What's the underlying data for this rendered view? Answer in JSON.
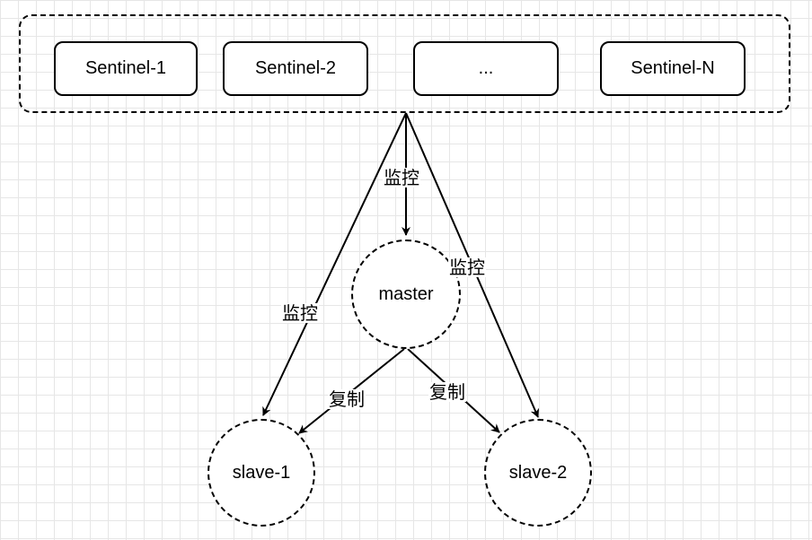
{
  "sentinels": {
    "items": [
      {
        "label": "Sentinel-1"
      },
      {
        "label": "Sentinel-2"
      },
      {
        "label": "..."
      },
      {
        "label": "Sentinel-N"
      }
    ]
  },
  "nodes": {
    "master": "master",
    "slave1": "slave-1",
    "slave2": "slave-2"
  },
  "edges": {
    "monitor_master": "监控",
    "monitor_slave1": "监控",
    "monitor_slave2": "监控",
    "replicate_slave1": "复制",
    "replicate_slave2": "复制"
  }
}
